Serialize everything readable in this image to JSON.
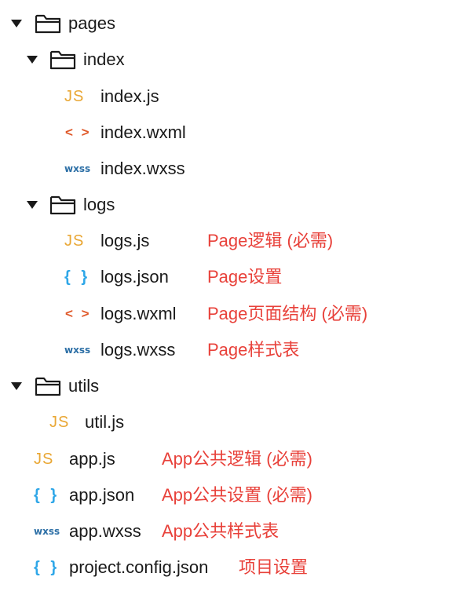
{
  "tree": {
    "pages": {
      "label": "pages",
      "index": {
        "label": "index",
        "files": [
          {
            "icon": "JS",
            "name": "index.js"
          },
          {
            "icon": "< >",
            "name": "index.wxml"
          },
          {
            "icon": "wxss",
            "name": "index.wxss"
          }
        ]
      },
      "logs": {
        "label": "logs",
        "files": [
          {
            "icon": "JS",
            "name": "logs.js",
            "note": "Page逻辑 (必需)"
          },
          {
            "icon": "{ }",
            "name": "logs.json",
            "note": "Page设置"
          },
          {
            "icon": "< >",
            "name": "logs.wxml",
            "note": "Page页面结构 (必需)"
          },
          {
            "icon": "wxss",
            "name": "logs.wxss",
            "note": "Page样式表"
          }
        ]
      }
    },
    "utils": {
      "label": "utils",
      "files": [
        {
          "icon": "JS",
          "name": "util.js"
        }
      ]
    },
    "root_files": [
      {
        "icon": "JS",
        "name": "app.js",
        "note": "App公共逻辑 (必需)"
      },
      {
        "icon": "{ }",
        "name": "app.json",
        "note": "App公共设置 (必需)"
      },
      {
        "icon": "wxss",
        "name": "app.wxss",
        "note": "App公共样式表"
      },
      {
        "icon": "{ }",
        "name": "project.config.json",
        "note": "项目设置"
      }
    ]
  },
  "colors": {
    "note": "#e8413a",
    "js_icon": "#e9a735",
    "xml_icon": "#e05a2b",
    "wxss_icon": "#2c6fa6",
    "json_icon": "#2fa7e8"
  }
}
